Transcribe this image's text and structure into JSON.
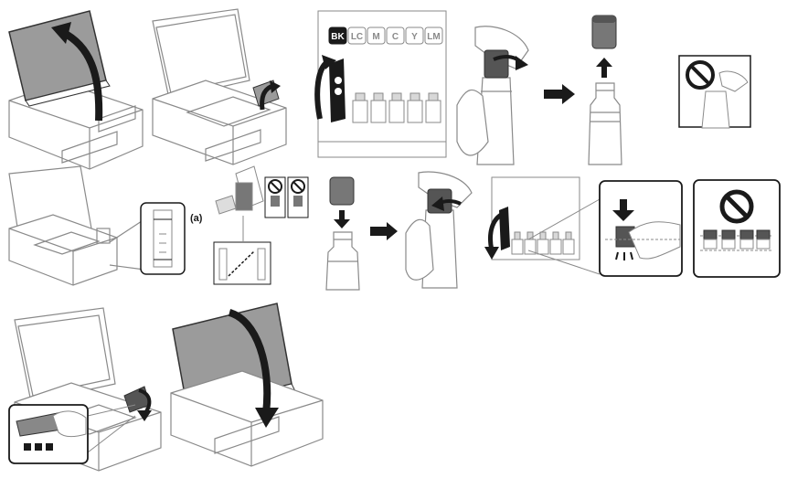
{
  "colors": {
    "line": "#8a8a8a",
    "dark": "#1a1a1a",
    "cover_fill": "#9b9b9b",
    "tank_fill": "#d8d8d8",
    "white": "#ffffff"
  },
  "icons": [
    "up-arrow-icon",
    "curved-arrow-icon",
    "right-arrow-icon",
    "down-arrow-icon",
    "prohibited-icon"
  ],
  "tanks": {
    "labels": [
      "BK",
      "LC",
      "M",
      "C",
      "Y",
      "LM"
    ]
  },
  "callout_label": "(a)"
}
